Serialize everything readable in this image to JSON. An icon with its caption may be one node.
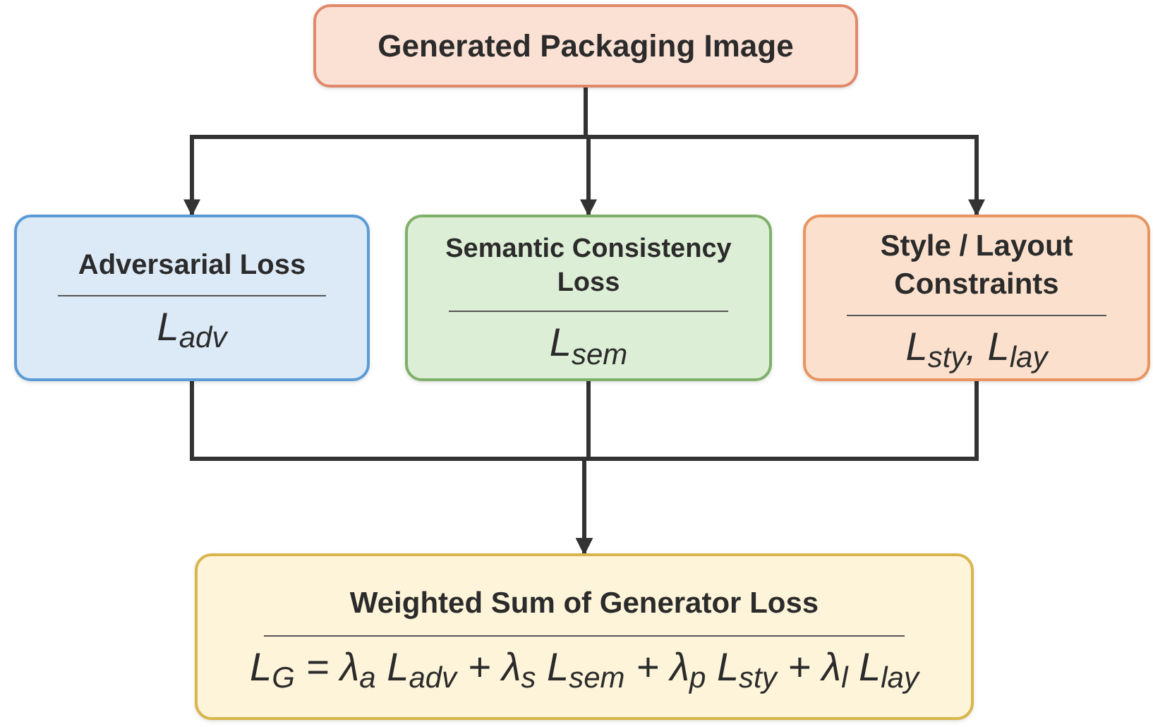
{
  "diagram": {
    "nodes": [
      {
        "text": [
          "Generated Packaging Image"
        ]
      },
      {
        "text": [
          "Adversarial Loss",
          "L$_{adv}$"
        ]
      },
      {
        "text": [
          "Semantic Consistency Loss",
          "L$_{sem}$"
        ]
      },
      {
        "text": [
          "Style / Layout Constraints",
          "L$_{sty}$, L$_{lay}$"
        ]
      },
      {
        "text": [
          "Weighted Sum of Generator Loss",
          "L$_{G}$ = λ$_{a}$ L$_{adv}$ + λ$_{s}$ L$_{sem}$ + λ$_{p}$ L$_{sty}$ + λ$_{l}$ L$_{lay}$"
        ]
      }
    ],
    "edges": [
      {
        "from": 0,
        "to": 1,
        "arrow": "to"
      },
      {
        "from": 0,
        "to": 2,
        "arrow": "to"
      },
      {
        "from": 0,
        "to": 3,
        "arrow": "to"
      },
      {
        "from": 1,
        "to": 4,
        "arrow": "to"
      },
      {
        "from": 2,
        "to": 4,
        "arrow": "to"
      },
      {
        "from": 3,
        "to": 4,
        "arrow": "to"
      }
    ]
  }
}
